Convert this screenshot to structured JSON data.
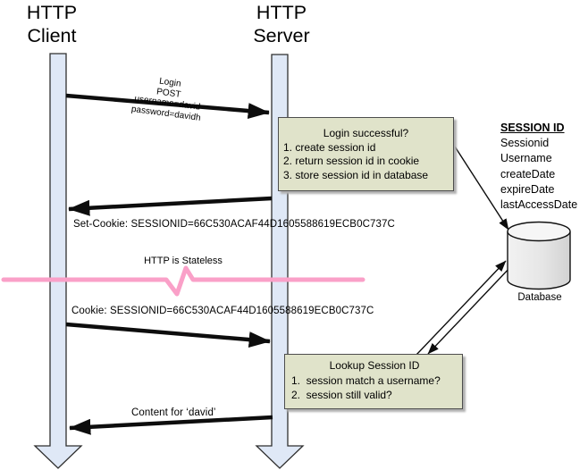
{
  "actors": {
    "client": {
      "line1": "HTTP",
      "line2": "Client"
    },
    "server": {
      "line1": "HTTP",
      "line2": "Server"
    }
  },
  "messages": {
    "login_request": {
      "lines": [
        "Login",
        "POST",
        "username=david",
        "password=davidh"
      ]
    },
    "set_cookie": "Set-Cookie: SESSIONID=66C530ACAF44D1605588619ECB0C737C",
    "cookie": "Cookie: SESSIONID=66C530ACAF44D1605588619ECB0C737C",
    "content": "Content for ‘david’"
  },
  "notes": {
    "login_box": {
      "title": "Login successful?",
      "items": [
        "1. create session id",
        "2. return session id in cookie",
        "3. store session id in database"
      ]
    },
    "lookup_box": {
      "title": "Lookup Session ID",
      "items": [
        "1.  session match a username?",
        "2.  session still valid?"
      ]
    }
  },
  "divider": {
    "label": "HTTP is Stateless"
  },
  "session_table": {
    "title": "SESSION ID",
    "fields": [
      "Sessionid",
      "Username",
      "createDate",
      "expireDate",
      "lastAccessDate"
    ]
  },
  "database": {
    "label": "Database"
  },
  "colors": {
    "box_fill": "#e0e3ca",
    "lifeline_fill": "#dfe8f6",
    "divider_pink": "#faa0c8",
    "arrow_color": "#0d0d0d"
  }
}
